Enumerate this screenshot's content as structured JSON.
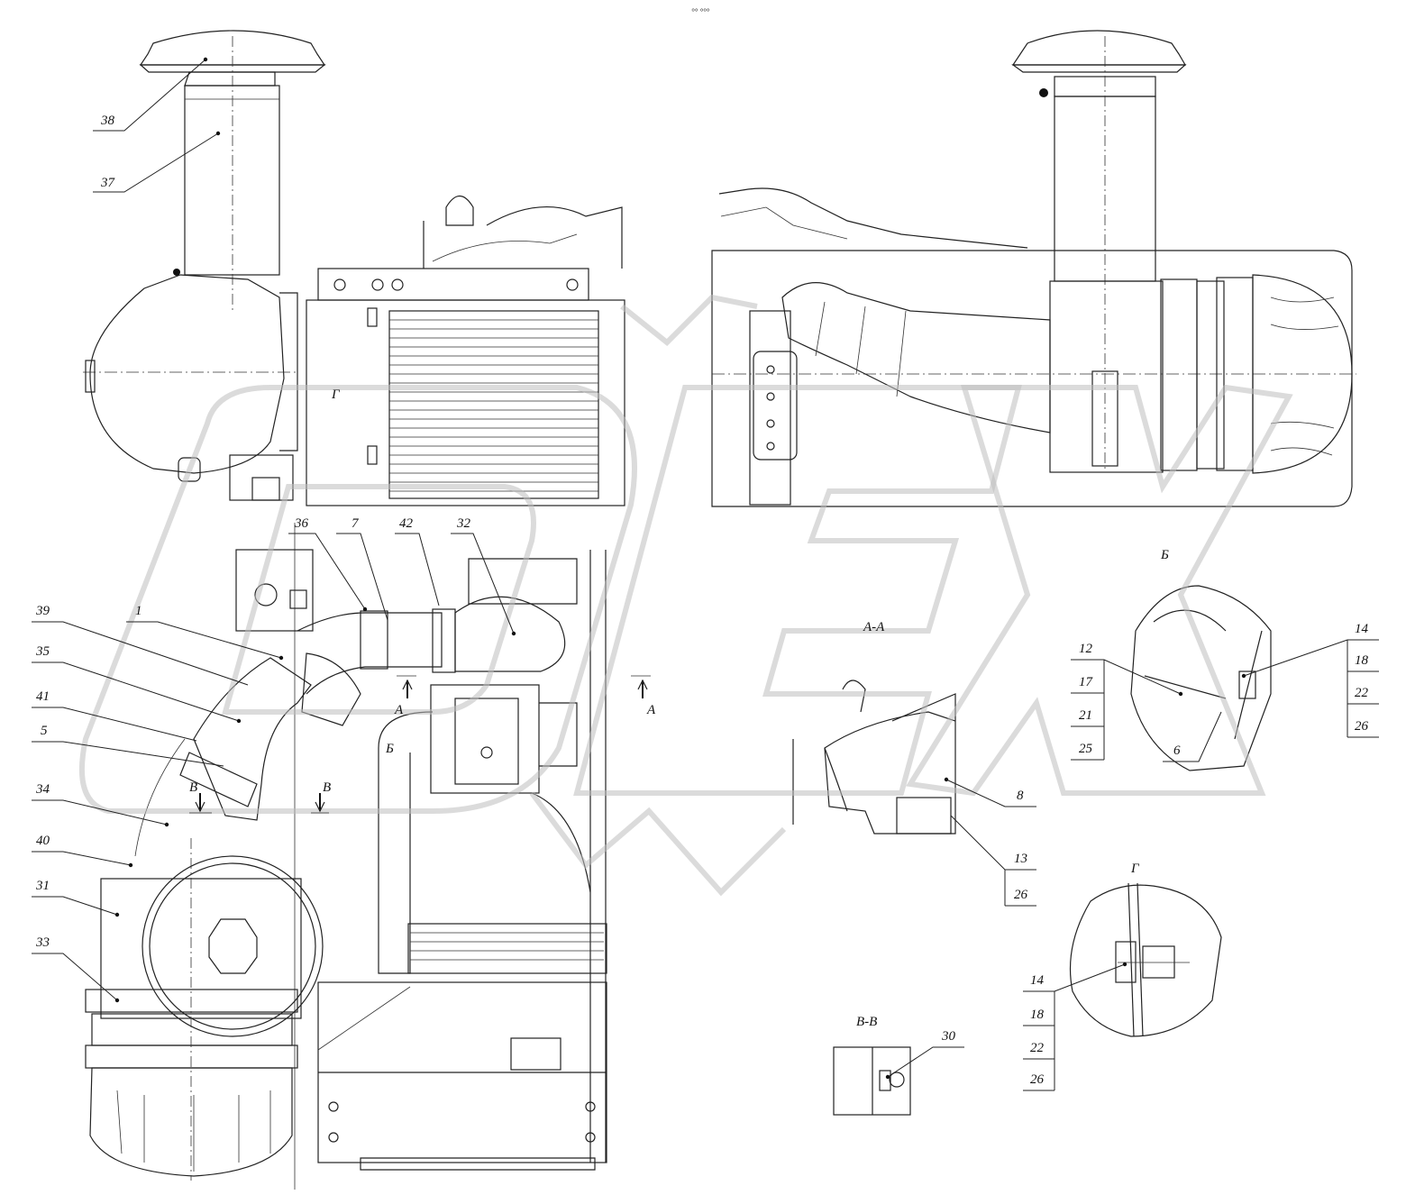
{
  "watermark": "DEX",
  "header_mark": "°° °°°",
  "sections": {
    "aa_cut": "A",
    "aa_cut2": "A",
    "aa_view": "A-A",
    "b_cut": "Б",
    "b_view": "Б",
    "v_cut": "B",
    "v_cut2": "B",
    "v_view": "B-B",
    "g_cut": "Г",
    "g_view": "Г"
  },
  "callouts": {
    "c38": "38",
    "c37": "37",
    "c36": "36",
    "c7": "7",
    "c42": "42",
    "c32": "32",
    "c39": "39",
    "c1": "1",
    "c35": "35",
    "c41": "41",
    "c5": "5",
    "c34": "34",
    "c40": "40",
    "c31": "31",
    "c33": "33",
    "aa_8": "8",
    "aa_13": "13",
    "aa_26": "26",
    "b_12": "12",
    "b_17": "17",
    "b_21": "21",
    "b_25": "25",
    "b_14": "14",
    "b_18": "18",
    "b_22": "22",
    "b_26": "26",
    "b_6": "6",
    "g_14": "14",
    "g_18": "18",
    "g_22": "22",
    "g_26": "26",
    "v_30": "30"
  },
  "colors": {
    "line": "#222222",
    "watermark": "#bdbdbd",
    "background": "#ffffff"
  }
}
